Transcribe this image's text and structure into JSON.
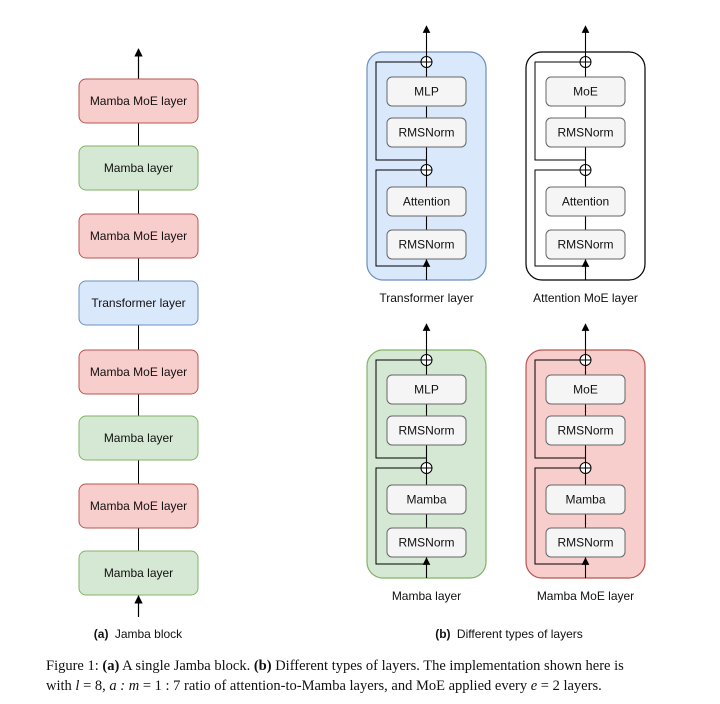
{
  "block_layers": [
    "Mamba MoE layer",
    "Mamba layer",
    "Mamba MoE layer",
    "Transformer layer",
    "Mamba MoE layer",
    "Mamba layer",
    "Mamba MoE layer",
    "Mamba layer"
  ],
  "block_caption_tag": "(a)",
  "block_caption_text": "Jamba block",
  "layer_types": [
    {
      "title": "Transformer layer",
      "top": "MLP",
      "top_norm": "RMSNorm",
      "bottom": "Attention",
      "bottom_norm": "RMSNorm",
      "fill": "#dae8fc",
      "stroke": "#6c8ebf"
    },
    {
      "title": "Attention MoE layer",
      "top": "MoE",
      "top_norm": "RMSNorm",
      "bottom": "Attention",
      "bottom_norm": "RMSNorm",
      "fill": "#ffffff",
      "stroke": "#000000"
    },
    {
      "title": "Mamba layer",
      "top": "MLP",
      "top_norm": "RMSNorm",
      "bottom": "Mamba",
      "bottom_norm": "RMSNorm",
      "fill": "#d5e8d4",
      "stroke": "#82b366"
    },
    {
      "title": "Mamba MoE layer",
      "top": "MoE",
      "top_norm": "RMSNorm",
      "bottom": "Mamba",
      "bottom_norm": "RMSNorm",
      "fill": "#f8cecc",
      "stroke": "#b85450"
    }
  ],
  "types_caption_tag": "(b)",
  "types_caption_text": "Different types of layers",
  "colors": {
    "mamba_moe_fill": "#f8cecc",
    "mamba_moe_stroke": "#b85450",
    "mamba_fill": "#d5e8d4",
    "mamba_stroke": "#82b366",
    "transformer_fill": "#dae8fc",
    "transformer_stroke": "#6c8ebf",
    "inner_fill": "#f5f5f5",
    "inner_stroke": "#666666"
  },
  "caption": {
    "prefix": "Figure 1:",
    "a_tag": "(a)",
    "a_text": "A single Jamba block.",
    "b_tag": "(b)",
    "b_text": "Different types of layers. The implementation shown here is",
    "line2_with": "with",
    "l_var": "l",
    "l_val": "= 8,",
    "ratio_var": "a : m",
    "ratio_val": "= 1 : 7",
    "ratio_text": "ratio of attention-to-Mamba layers, and MoE applied every",
    "e_var": "e",
    "e_val": "= 2",
    "end": "layers."
  }
}
